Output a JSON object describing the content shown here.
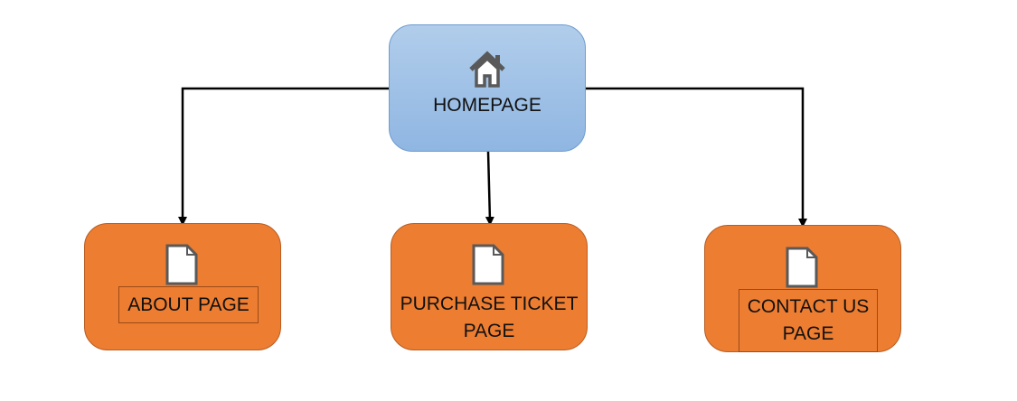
{
  "nodes": {
    "home": {
      "label": "HOMEPAGE",
      "icon": "house-icon"
    },
    "about": {
      "label": "ABOUT PAGE",
      "icon": "document-icon"
    },
    "purchase": {
      "label_line1": "PURCHASE TICKET",
      "label_line2": "PAGE",
      "icon": "document-icon"
    },
    "contact": {
      "label_line1": "CONTACT US",
      "label_line2": "PAGE",
      "icon": "document-icon"
    }
  },
  "edges": [
    {
      "from": "HOMEPAGE",
      "to": "ABOUT PAGE"
    },
    {
      "from": "HOMEPAGE",
      "to": "PURCHASE TICKET PAGE"
    },
    {
      "from": "HOMEPAGE",
      "to": "CONTACT US PAGE"
    }
  ],
  "colors": {
    "home_fill_top": "#b1cdeb",
    "home_fill_bottom": "#8fb6e2",
    "page_fill": "#ed7d31",
    "connector": "#000000",
    "icon_fill": "#ffffff",
    "icon_stroke": "#595959"
  }
}
